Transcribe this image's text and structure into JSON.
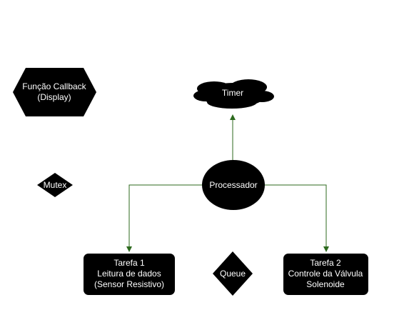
{
  "diagram": {
    "callback": {
      "line1": "Função Callback",
      "line2": "(Display)"
    },
    "timer": {
      "label": "Timer"
    },
    "mutex": {
      "label": "Mutex"
    },
    "processador": {
      "label": "Processador"
    },
    "tarefa1": {
      "line1": "Tarefa 1",
      "line2": "Leitura de dados",
      "line3": "(Sensor Resistivo)"
    },
    "queue": {
      "label": "Queue"
    },
    "tarefa2": {
      "line1": "Tarefa 2",
      "line2": "Controle da Válvula",
      "line3": "Solenoide"
    },
    "colors": {
      "node_fill": "#000000",
      "node_text": "#ffffff",
      "arrow": "#2d6a1e",
      "background": "#ffffff"
    }
  }
}
